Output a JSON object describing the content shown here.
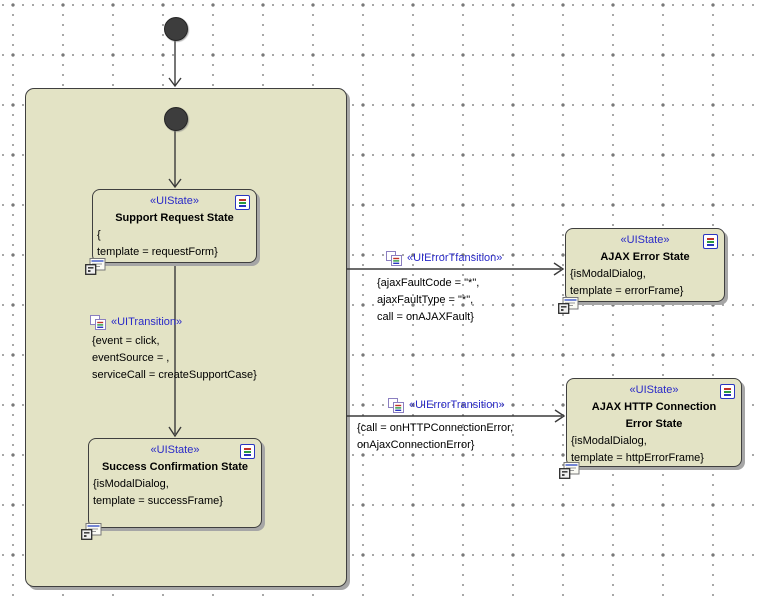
{
  "diagram": {
    "type": "uml-state-machine",
    "colors": {
      "state_fill": "#e3e3c5",
      "state_border": "#3f3f3f",
      "stereotype_text": "#2a2ac8",
      "initial_node": "#3d3d3d",
      "grid_dot": "#8f8f8f"
    }
  },
  "nodes": {
    "support": {
      "stereotype": "«UIState»",
      "title": "Support Request State",
      "props": [
        "{",
        "template = requestForm}"
      ]
    },
    "success": {
      "stereotype": "«UIState»",
      "title": "Success Confirmation State",
      "props": [
        "{isModalDialog,",
        "template = successFrame}"
      ]
    },
    "ajax_error": {
      "stereotype": "«UIState»",
      "title": "AJAX Error State",
      "props": [
        "{isModalDialog,",
        "template = errorFrame}"
      ]
    },
    "ajax_http_error": {
      "stereotype": "«UIState»",
      "title": "AJAX HTTP Connection Error State",
      "props": [
        "{isModalDialog,",
        "template = httpErrorFrame}"
      ]
    }
  },
  "transitions": {
    "ui": {
      "stereotype": "«UITransition»",
      "props": [
        "{event = click,",
        "eventSource = ,",
        "serviceCall = createSupportCase}"
      ]
    },
    "err_ajax": {
      "stereotype": "«UIErrorTfansition»",
      "props": [
        "{ajaxFaultCode = \"*\",",
        "ajaxFaultType = \"*\",",
        "call = onAJAXFault}"
      ]
    },
    "err_http": {
      "stereotype": "«UIErrorTransition»",
      "props": [
        "{call = onHTTPConnectionError,",
        "onAjaxConnectionError}"
      ]
    }
  }
}
